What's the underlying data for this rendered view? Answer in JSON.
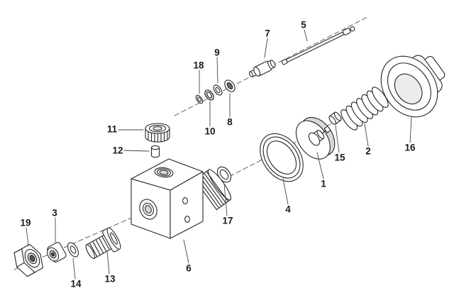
{
  "diagram": {
    "background_color": "#ffffff",
    "line_color": "#262626",
    "dash_color": "#555555",
    "labels": [
      {
        "part": "1"
      },
      {
        "part": "2"
      },
      {
        "part": "3"
      },
      {
        "part": "4"
      },
      {
        "part": "5"
      },
      {
        "part": "6"
      },
      {
        "part": "7"
      },
      {
        "part": "8"
      },
      {
        "part": "9"
      },
      {
        "part": "10"
      },
      {
        "part": "11"
      },
      {
        "part": "12"
      },
      {
        "part": "13"
      },
      {
        "part": "14"
      },
      {
        "part": "15"
      },
      {
        "part": "16"
      },
      {
        "part": "17"
      },
      {
        "part": "18"
      },
      {
        "part": "19"
      }
    ]
  }
}
